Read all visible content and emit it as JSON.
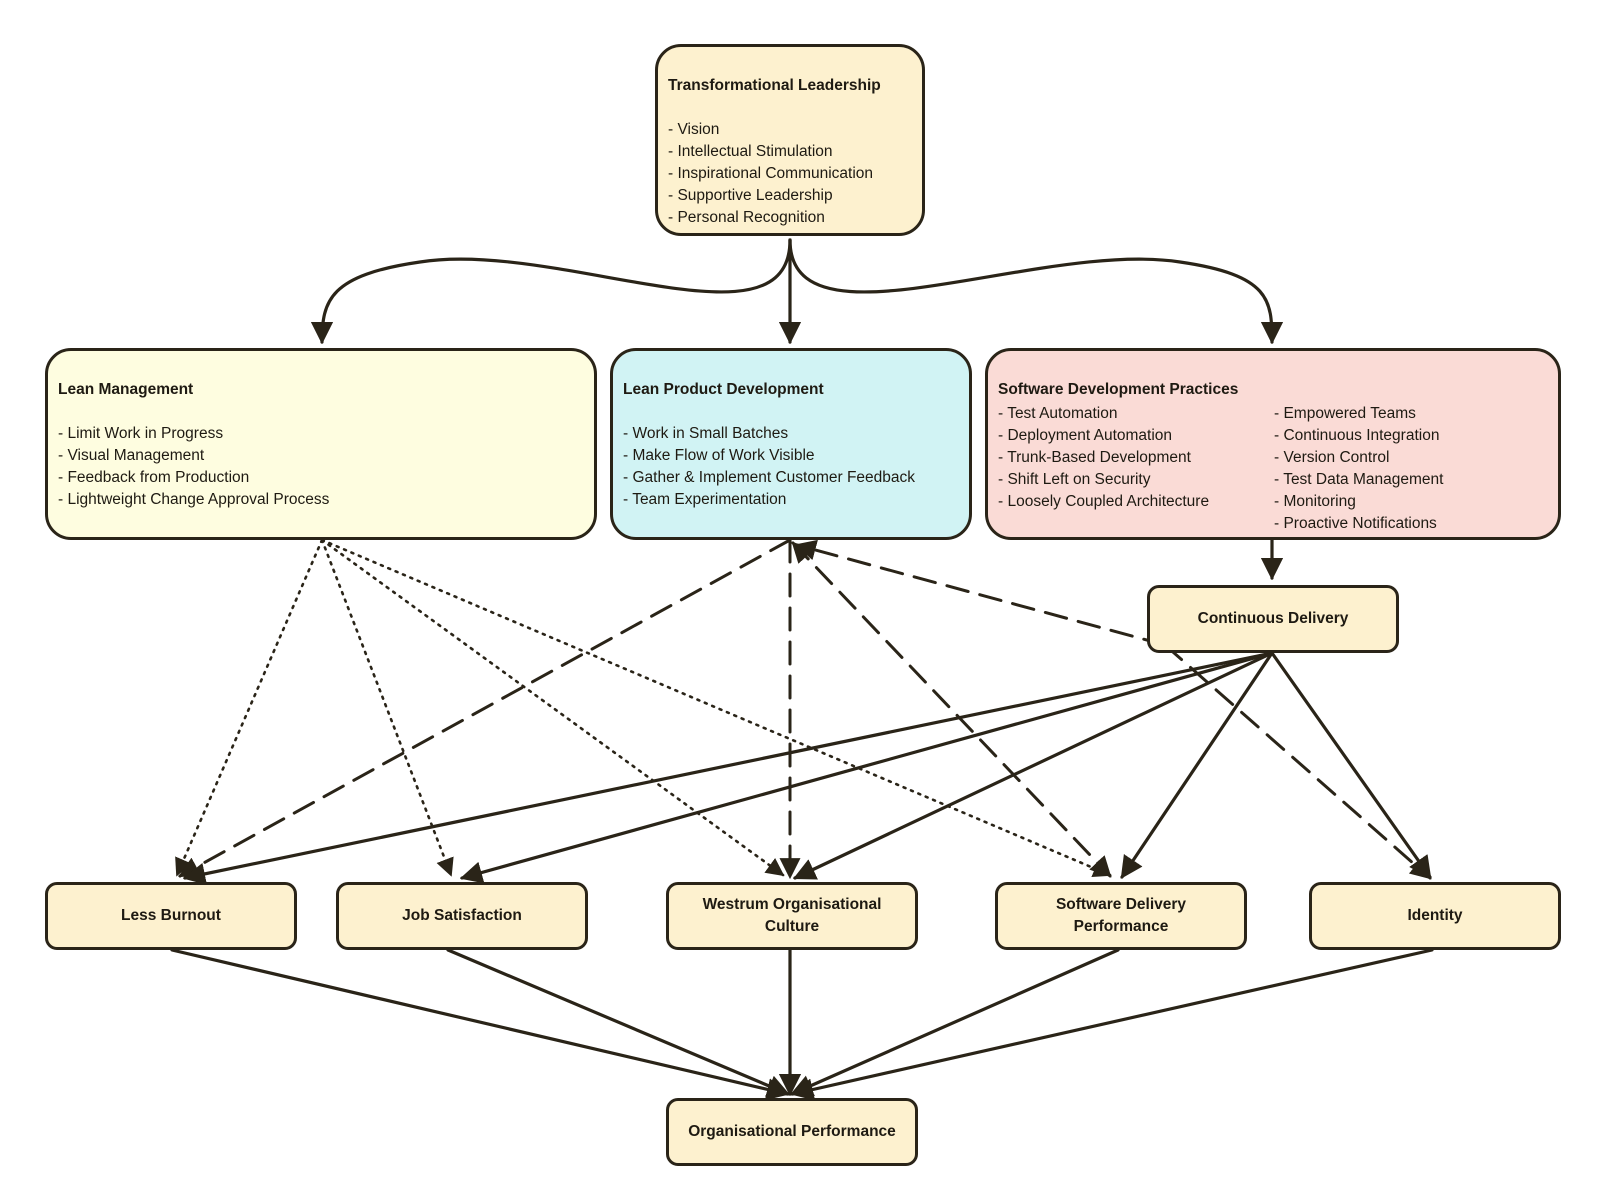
{
  "nodes": {
    "transformational_leadership": {
      "title": "Transformational Leadership",
      "items": [
        "- Vision",
        "- Intellectual Stimulation",
        "- Inspirational Communication",
        "- Supportive Leadership",
        "- Personal Recognition"
      ],
      "color": "#fdf1cf"
    },
    "lean_management": {
      "title": "Lean Management",
      "items": [
        "- Limit Work in Progress",
        "- Visual Management",
        "- Feedback from Production",
        "- Lightweight Change Approval Process"
      ],
      "color": "#fefde0"
    },
    "lean_product_development": {
      "title": "Lean Product Development",
      "items": [
        "- Work in Small Batches",
        "- Make Flow of Work Visible",
        "- Gather & Implement Customer Feedback",
        "- Team Experimentation"
      ],
      "color": "#d1f3f4"
    },
    "software_development_practices": {
      "title": "Software Development Practices",
      "items_left": [
        "-  Test Automation",
        "- Deployment Automation",
        "- Trunk-Based Development",
        "- Shift Left on Security",
        "- Loosely Coupled Architecture"
      ],
      "items_right": [
        "- Empowered Teams",
        "- Continuous Integration",
        "-  Version Control",
        "- Test Data Management",
        "- Monitoring",
        "- Proactive Notifications"
      ],
      "color": "#fadbd6"
    },
    "continuous_delivery": {
      "label": "Continuous Delivery"
    },
    "less_burnout": {
      "label": "Less Burnout"
    },
    "job_satisfaction": {
      "label": "Job Satisfaction"
    },
    "westrum_culture": {
      "label": "Westrum Organisational Culture"
    },
    "software_delivery_performance": {
      "label": "Software Delivery Performance"
    },
    "identity": {
      "label": "Identity"
    },
    "organisational_performance": {
      "label": "Organisational Performance"
    }
  },
  "edges": [
    {
      "from": "transformational_leadership",
      "to": "lean_management",
      "style": "solid"
    },
    {
      "from": "transformational_leadership",
      "to": "lean_product_development",
      "style": "solid"
    },
    {
      "from": "transformational_leadership",
      "to": "software_development_practices",
      "style": "solid"
    },
    {
      "from": "software_development_practices",
      "to": "continuous_delivery",
      "style": "solid"
    },
    {
      "from": "lean_management",
      "to": "less_burnout",
      "style": "dotted"
    },
    {
      "from": "lean_management",
      "to": "job_satisfaction",
      "style": "dotted"
    },
    {
      "from": "lean_management",
      "to": "westrum_culture",
      "style": "dotted"
    },
    {
      "from": "lean_management",
      "to": "software_delivery_performance",
      "style": "dotted"
    },
    {
      "from": "lean_product_development",
      "to": "less_burnout",
      "style": "dashed"
    },
    {
      "from": "lean_product_development",
      "to": "westrum_culture",
      "style": "dashed"
    },
    {
      "from": "lean_product_development",
      "to": "software_delivery_performance",
      "style": "dashed"
    },
    {
      "from": "continuous_delivery",
      "to": "lean_product_development",
      "style": "dashed"
    },
    {
      "from": "continuous_delivery",
      "to": "identity",
      "style": "dashed"
    },
    {
      "from": "continuous_delivery",
      "to": "less_burnout",
      "style": "solid"
    },
    {
      "from": "continuous_delivery",
      "to": "job_satisfaction",
      "style": "solid"
    },
    {
      "from": "continuous_delivery",
      "to": "westrum_culture",
      "style": "solid"
    },
    {
      "from": "continuous_delivery",
      "to": "software_delivery_performance",
      "style": "solid"
    },
    {
      "from": "continuous_delivery",
      "to": "identity",
      "style": "solid"
    },
    {
      "from": "less_burnout",
      "to": "organisational_performance",
      "style": "solid"
    },
    {
      "from": "job_satisfaction",
      "to": "organisational_performance",
      "style": "solid"
    },
    {
      "from": "westrum_culture",
      "to": "organisational_performance",
      "style": "solid"
    },
    {
      "from": "software_delivery_performance",
      "to": "organisational_performance",
      "style": "solid"
    },
    {
      "from": "identity",
      "to": "organisational_performance",
      "style": "solid"
    }
  ],
  "colors": {
    "stroke": "#2a2418",
    "small_box_fill": "#fdf1cf"
  }
}
